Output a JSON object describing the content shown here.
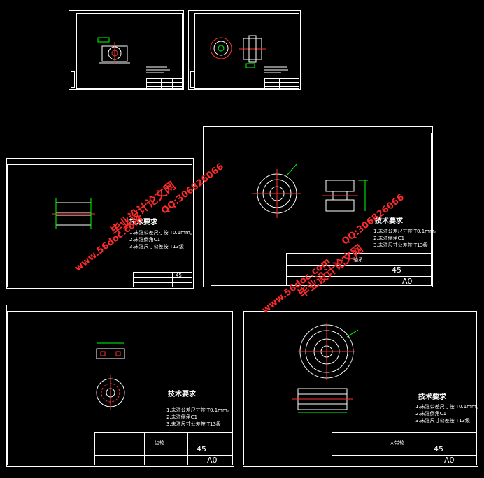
{
  "sheets": {
    "s1": {
      "tech": {
        "title": "技术要求",
        "lines": []
      },
      "block": {
        "name": "",
        "material": "",
        "scale": ""
      }
    },
    "s3": {
      "tech": {
        "title": "技术要求",
        "lines": [
          "1.未注公差尺寸按IT0.1mm。",
          "2.未注倒角C1",
          "3.未注尺寸公差按IT13级"
        ]
      },
      "block": {
        "name": "",
        "material": "45",
        "scale": ""
      }
    },
    "s4": {
      "tech": {
        "title": "技术要求",
        "lines": [
          "1.未注公差尺寸按IT0.1mm。",
          "2.未注倒角C1",
          "3.未注尺寸公差按IT13级"
        ]
      },
      "block": {
        "name": "轴承",
        "material": "45",
        "scale": "A0"
      }
    },
    "s5": {
      "tech": {
        "title": "技术要求",
        "lines": [
          "1.未注公差尺寸按IT0.1mm。",
          "2.未注倒角C1",
          "3.未注尺寸公差按IT13级"
        ]
      },
      "block": {
        "name": "齿轮",
        "material": "45",
        "scale": "A0"
      }
    },
    "s6": {
      "tech": {
        "title": "技术要求",
        "lines": [
          "1.未注公差尺寸按IT0.1mm。",
          "2.未注倒角C1",
          "3.未注尺寸公差按IT13级"
        ]
      },
      "block": {
        "name": "大带轮",
        "material": "45",
        "scale": "A0"
      }
    }
  },
  "watermarks": {
    "site": "www.56doc.com",
    "name": "毕业设计论文网",
    "qq": "QQ:306826066"
  },
  "colors": {
    "background": "#000000",
    "lines": "#ffffff",
    "watermark": "#ff2a2a",
    "dims": "#00ff00",
    "center": "#ff3030"
  }
}
